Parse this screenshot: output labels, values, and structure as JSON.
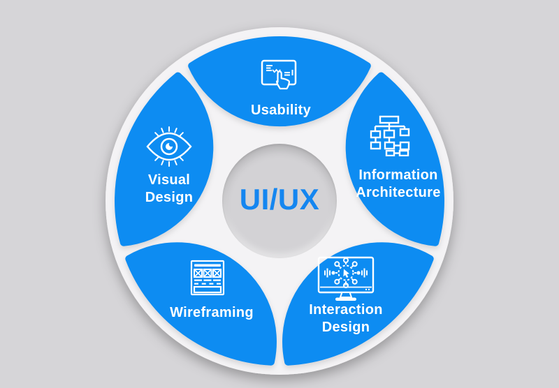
{
  "diagram_title": "UI/UX",
  "center": {
    "label": "UI/UX"
  },
  "segments": [
    {
      "id": "usability",
      "label": "Usability",
      "icon": "tablet-tap-icon"
    },
    {
      "id": "information-architecture",
      "label": "Information Architecture",
      "icon": "sitemap-icon"
    },
    {
      "id": "interaction-design",
      "label": "Interaction Design",
      "icon": "monitor-network-icon"
    },
    {
      "id": "wireframing",
      "label": "Wireframing",
      "icon": "wireframe-layout-icon"
    },
    {
      "id": "visual-design",
      "label": "Visual Design",
      "icon": "eye-icon"
    }
  ],
  "colors": {
    "segment_blue": "#0d8cf2",
    "background": "#d6d5d8",
    "disc_white": "#f4f3f5",
    "center_circle": "#d3d2d5",
    "center_text_blue": "#1486f0",
    "label_text": "#ffffff"
  }
}
